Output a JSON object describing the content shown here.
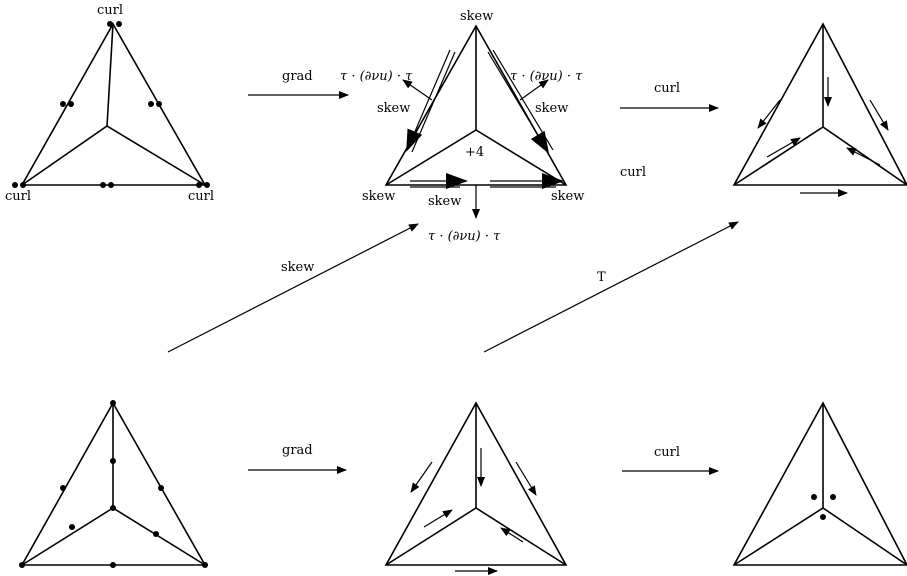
{
  "labels": {
    "curl_top": "curl",
    "curl_left": "curl",
    "curl_right": "curl",
    "grad_top": "grad",
    "curl_arrow_top": "curl",
    "curl_mid": "curl",
    "skew_top": "skew",
    "skew_left": "skew",
    "skew_right": "skew",
    "skew_bottom_left": "skew",
    "skew_bottom_mid": "skew",
    "skew_bottom_right": "skew",
    "tau_left": "τ · (∂νu) · τ",
    "tau_right": "τ · (∂νu) · τ",
    "tau_bottom": "τ · (∂νu) · τ",
    "plus4": "+4",
    "skew_diag": "skew",
    "T_diag": "T",
    "grad_bottom": "grad",
    "curl_arrow_bottom": "curl"
  }
}
